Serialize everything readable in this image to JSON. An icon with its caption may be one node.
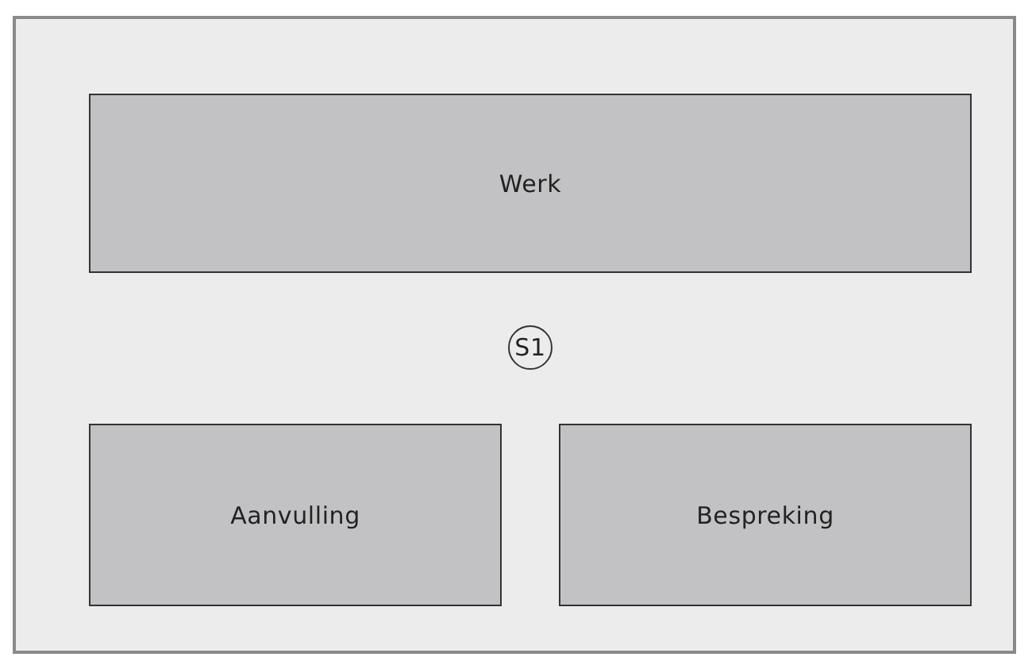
{
  "diagram": {
    "nodes": [
      {
        "text": [],
        "shape": "box"
      },
      {
        "text": [
          "Werk"
        ],
        "in": 0
      },
      {
        "text": [
          "S1"
        ],
        "in": 0
      },
      {
        "text": [
          "Aanvulling"
        ],
        "in": 0
      },
      {
        "text": [
          "Bespreking"
        ],
        "in": 0
      }
    ]
  }
}
